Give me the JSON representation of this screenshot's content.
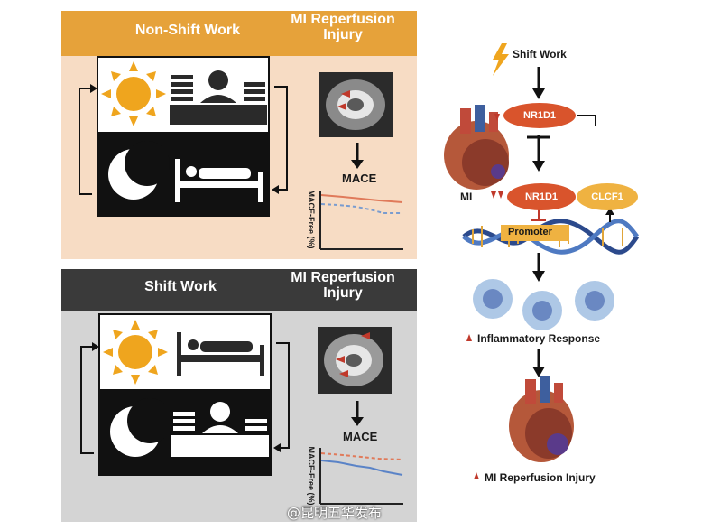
{
  "left_top_panel": {
    "header_left": "Non-Shift Work",
    "header_right_line1": "MI Reperfusion",
    "header_right_line2": "Injury",
    "outcome_title": "MACE",
    "y_axis_label": "MACE-Free (%)"
  },
  "left_bottom_panel": {
    "header_left": "Shift Work",
    "header_right_line1": "MI Reperfusion",
    "header_right_line2": "Injury",
    "outcome_title": "MACE",
    "y_axis_label": "MACE-Free (%)"
  },
  "pathway": {
    "shift_work": "Shift Work",
    "nr1d1_top": "NR1D1",
    "mi_label": "MI",
    "nr1d1_mid": "NR1D1",
    "clcf1": "CLCF1",
    "promoter": "Promoter",
    "inflammatory": "Inflammatory Response",
    "outcome": "MI Reperfusion Injury"
  },
  "watermark": "@昆明五华发布",
  "colors": {
    "orange_header": "#e6a23a",
    "orange_panel_bg": "#f7dcc4",
    "dark_header": "#3a3a3a",
    "gray_panel_bg": "#d4d4d4",
    "pill_red": "#d9542c",
    "pill_yellow": "#efb241",
    "sun": "#efa51e",
    "up_arrow": "#c0392b"
  }
}
